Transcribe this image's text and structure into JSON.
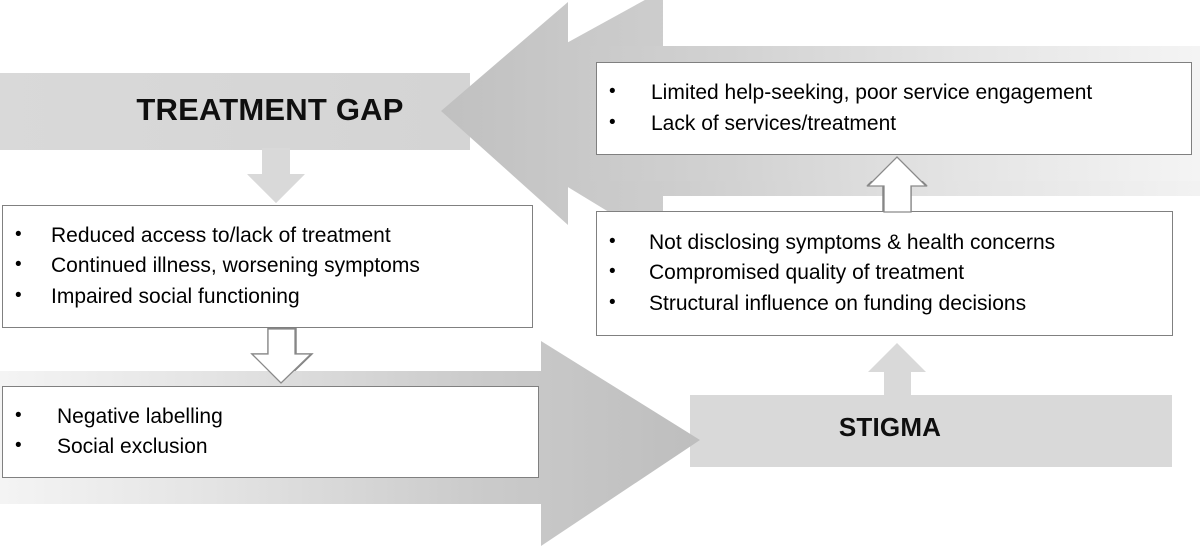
{
  "diagram": {
    "title_visible": false,
    "banners": [
      {
        "id": "treatment-gap",
        "label": "TREATMENT GAP"
      },
      {
        "id": "stigma",
        "label": "STIGMA"
      }
    ],
    "boxes": {
      "consequences": {
        "bullet": "•",
        "items": [
          "Reduced access to/lack of treatment",
          "Continued illness, worsening symptoms",
          "Impaired social functioning"
        ]
      },
      "labels": {
        "bullet": "•",
        "items": [
          "Negative labelling",
          "Social exclusion"
        ]
      },
      "help_seeking": {
        "bullet": "•",
        "items": [
          "Limited help-seeking, poor service engagement",
          "Lack of services/treatment"
        ]
      },
      "disclosure": {
        "bullet": "•",
        "items": [
          "Not disclosing symptoms & health concerns",
          "Compromised quality of treatment",
          "Structural influence on funding decisions"
        ]
      }
    },
    "colors": {
      "banner_fill": "#d9d9d9",
      "arrow_fill_light": "#d9d9d9",
      "arrow_fill_mid": "#bfbfbf",
      "arrow_outline": "#7f7f7f",
      "box_border": "#808080",
      "text": "#000000",
      "background": "#ffffff"
    },
    "arrows": [
      {
        "name": "treatment-gap-to-consequences",
        "direction": "down",
        "style": "solid-gray"
      },
      {
        "name": "consequences-to-labels",
        "direction": "down",
        "style": "outlined-white"
      },
      {
        "name": "labels-to-stigma",
        "direction": "right",
        "style": "large-gradient-gray"
      },
      {
        "name": "stigma-to-disclosure",
        "direction": "up",
        "style": "solid-gray"
      },
      {
        "name": "disclosure-to-help-seeking",
        "direction": "up",
        "style": "outlined-white"
      },
      {
        "name": "help-seeking-to-treatment-gap",
        "direction": "left",
        "style": "large-gradient-gray"
      }
    ]
  }
}
